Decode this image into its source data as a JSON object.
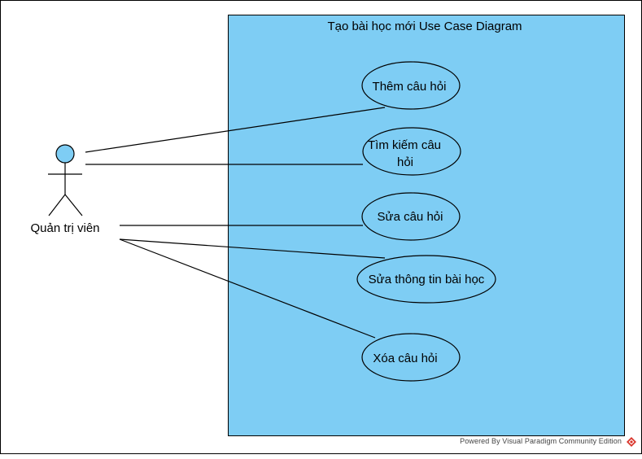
{
  "diagram": {
    "title": "Tạo bài học mới Use Case Diagram",
    "actor": {
      "name": "Quản trị viên",
      "icon": "stick-figure-actor-icon"
    },
    "use_cases": [
      {
        "id": "uc1",
        "lines": [
          "Thêm câu hỏi"
        ]
      },
      {
        "id": "uc2",
        "lines": [
          "Tìm kiếm câu",
          "hỏi"
        ]
      },
      {
        "id": "uc3",
        "lines": [
          "Sửa câu hỏi"
        ]
      },
      {
        "id": "uc4",
        "lines": [
          "Sửa thông tin bài học"
        ]
      },
      {
        "id": "uc5",
        "lines": [
          "Xóa câu hỏi"
        ]
      }
    ],
    "colors": {
      "system_fill": "#7ecdf4",
      "actor_head_fill": "#7ecdf4",
      "stroke": "#000000"
    }
  },
  "footer": {
    "text": "Powered By  Visual Paradigm Community Edition",
    "logo_icon": "visual-paradigm-logo-icon"
  }
}
